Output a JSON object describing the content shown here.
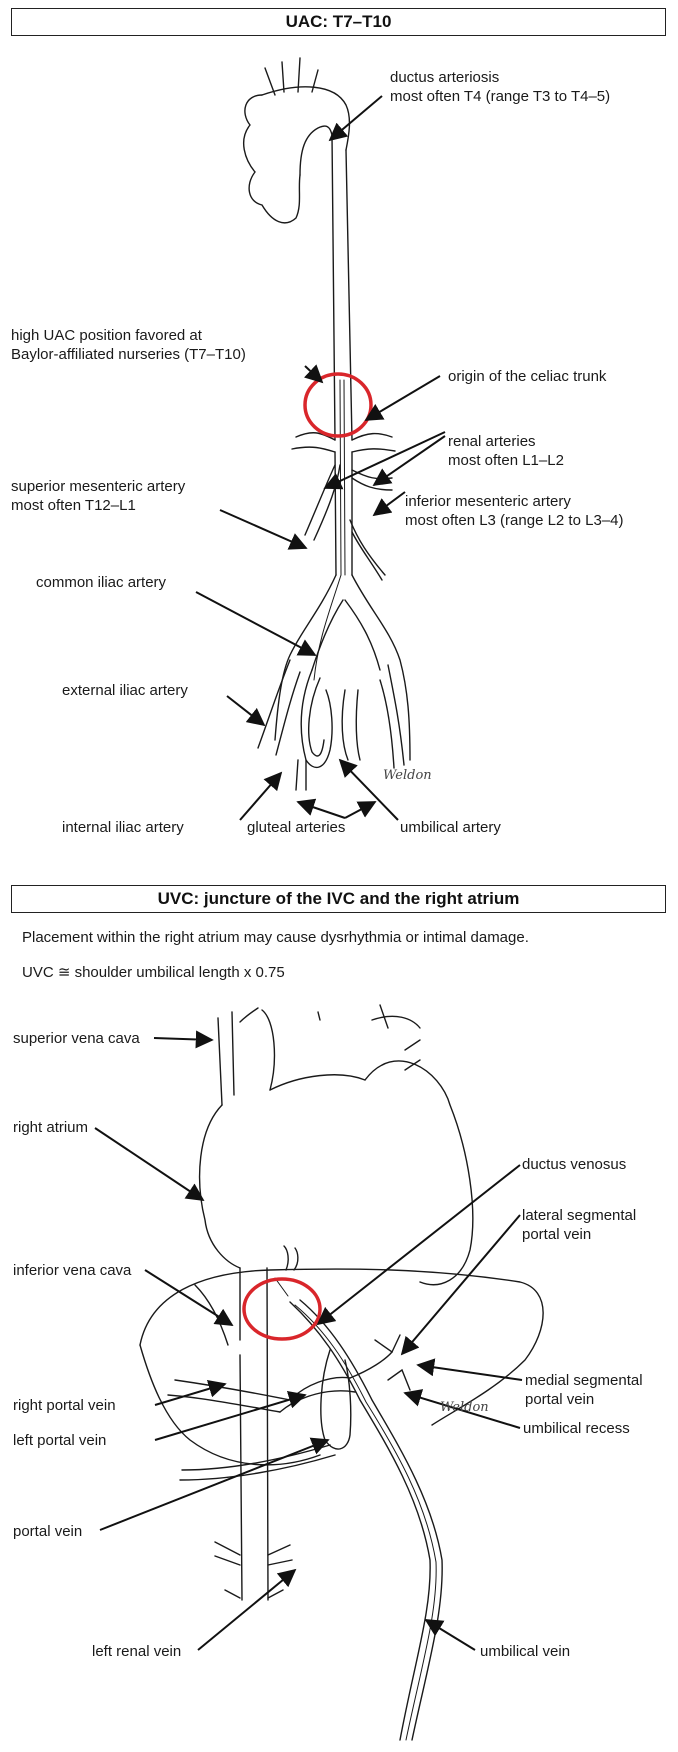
{
  "uac": {
    "title": "UAC: T7–T10",
    "labels": {
      "ductus": [
        "ductus arteriosis",
        "most often T4 (range T3 to T4–5)"
      ],
      "high_uac": [
        "high UAC position favored at",
        "Baylor-affiliated nurseries (T7–T10)"
      ],
      "celiac": "origin of the celiac trunk",
      "renal": [
        "renal arteries",
        "most often L1–L2"
      ],
      "sma": [
        "superior mesenteric artery",
        "most often T12–L1"
      ],
      "ima": [
        "inferior mesenteric artery",
        "most often L3 (range L2 to L3–4)"
      ],
      "common_iliac": "common iliac artery",
      "external_iliac": "external iliac artery",
      "internal_iliac": "internal iliac artery",
      "gluteal": "gluteal arteries",
      "umbilical_artery": "umbilical artery"
    },
    "signature": "Weldon"
  },
  "uvc": {
    "title": "UVC: juncture of the IVC and the right atrium",
    "note1": "Placement within the right atrium may cause dysrhythmia or intimal damage.",
    "note2": "UVC ≅ shoulder umbilical length x 0.75",
    "labels": {
      "svc": "superior vena cava",
      "right_atrium": "right atrium",
      "ivc": "inferior vena cava",
      "ductus_venosus": "ductus venosus",
      "lateral_seg": [
        "lateral segmental",
        "portal vein"
      ],
      "medial_seg": [
        "medial segmental",
        "portal vein"
      ],
      "right_portal": "right portal vein",
      "left_portal": "left portal vein",
      "umbilical_recess": "umbilical recess",
      "portal_vein": "portal vein",
      "left_renal": "left renal vein",
      "umbilical_vein": "umbilical vein"
    },
    "signature": "Weldon"
  },
  "colors": {
    "target_circle": "#d9262b",
    "line": "#111111"
  }
}
